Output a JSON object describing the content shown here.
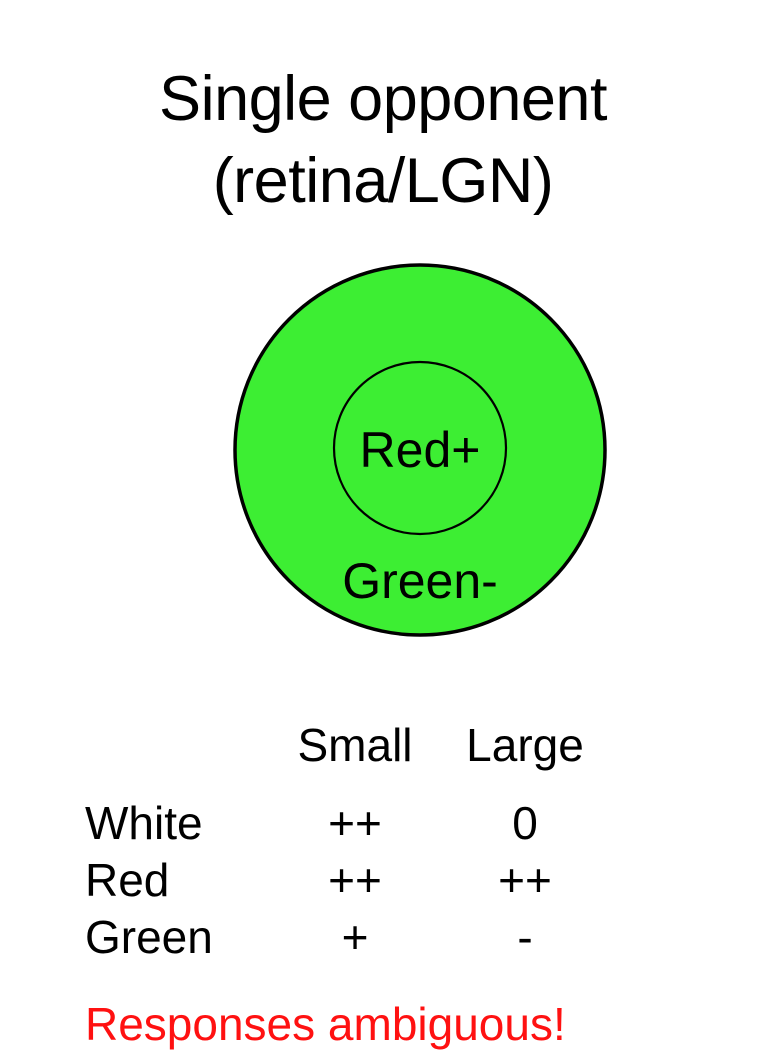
{
  "slide": {
    "title_line1": "Single opponent",
    "title_line2": "(retina/LGN)",
    "background_color": "#ffffff",
    "text_color": "#000000"
  },
  "diagram": {
    "name": "center-surround receptive field",
    "surround_fill_color": "#3dee33",
    "surround_stroke_color": "#000000",
    "center_fill_color": "#3dee33",
    "center_stroke_color": "#000000",
    "center_label": "Red+",
    "surround_label": "Green-"
  },
  "table": {
    "corner_label": "",
    "columns": [
      "Small",
      "Large"
    ],
    "rows": [
      {
        "label": "White",
        "small": "++",
        "large": "0"
      },
      {
        "label": "Red",
        "small": "++",
        "large": "++"
      },
      {
        "label": "Green",
        "small": "+",
        "large": "-"
      }
    ]
  },
  "conclusion": {
    "text": "Responses ambiguous!",
    "color": "#ff1111"
  }
}
